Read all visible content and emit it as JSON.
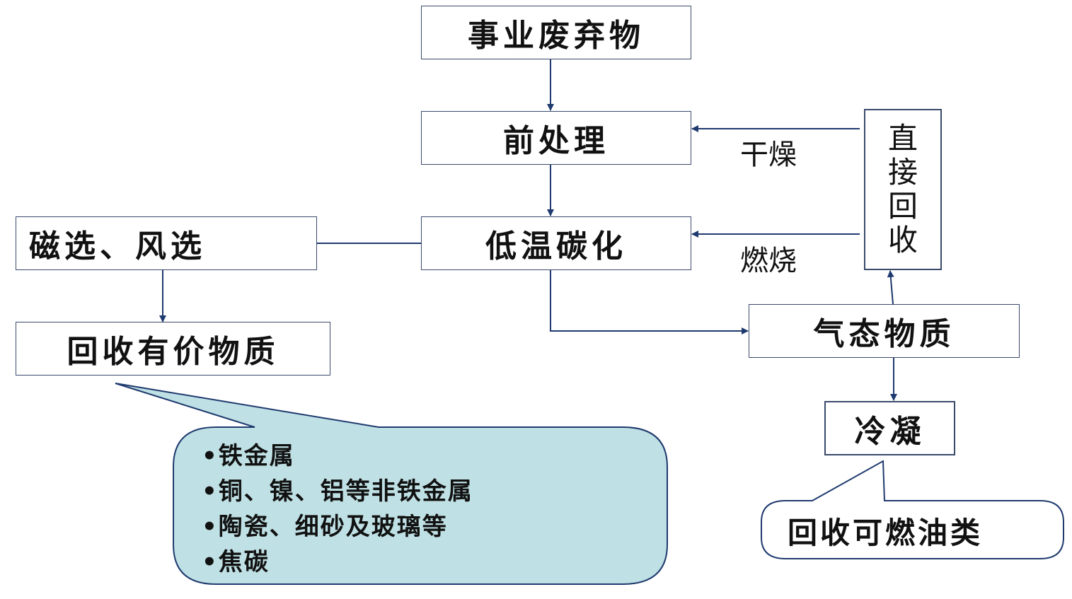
{
  "nodes": {
    "waste": "事业废弃物",
    "pretreat": "前处理",
    "carbonize": "低温碳化",
    "separation": "磁选、风选",
    "recover_valuable": "回收有价物质",
    "gas": "气态物质",
    "direct_recovery": [
      "直",
      "接",
      "回",
      "收"
    ],
    "condense": "冷凝"
  },
  "edge_labels": {
    "dry": "干燥",
    "burn": "燃烧"
  },
  "callout_valuable": {
    "items": [
      "•铁金属",
      "•铜、镍、铝等非铁金属",
      "•陶瓷、细砂及玻璃等",
      "•焦碳"
    ]
  },
  "callout_oil": {
    "text": "回收可燃油类"
  },
  "colors": {
    "line": "#1f3a6e",
    "bubble_fill": "#bfe0e4",
    "border": "#3a4a6b"
  }
}
